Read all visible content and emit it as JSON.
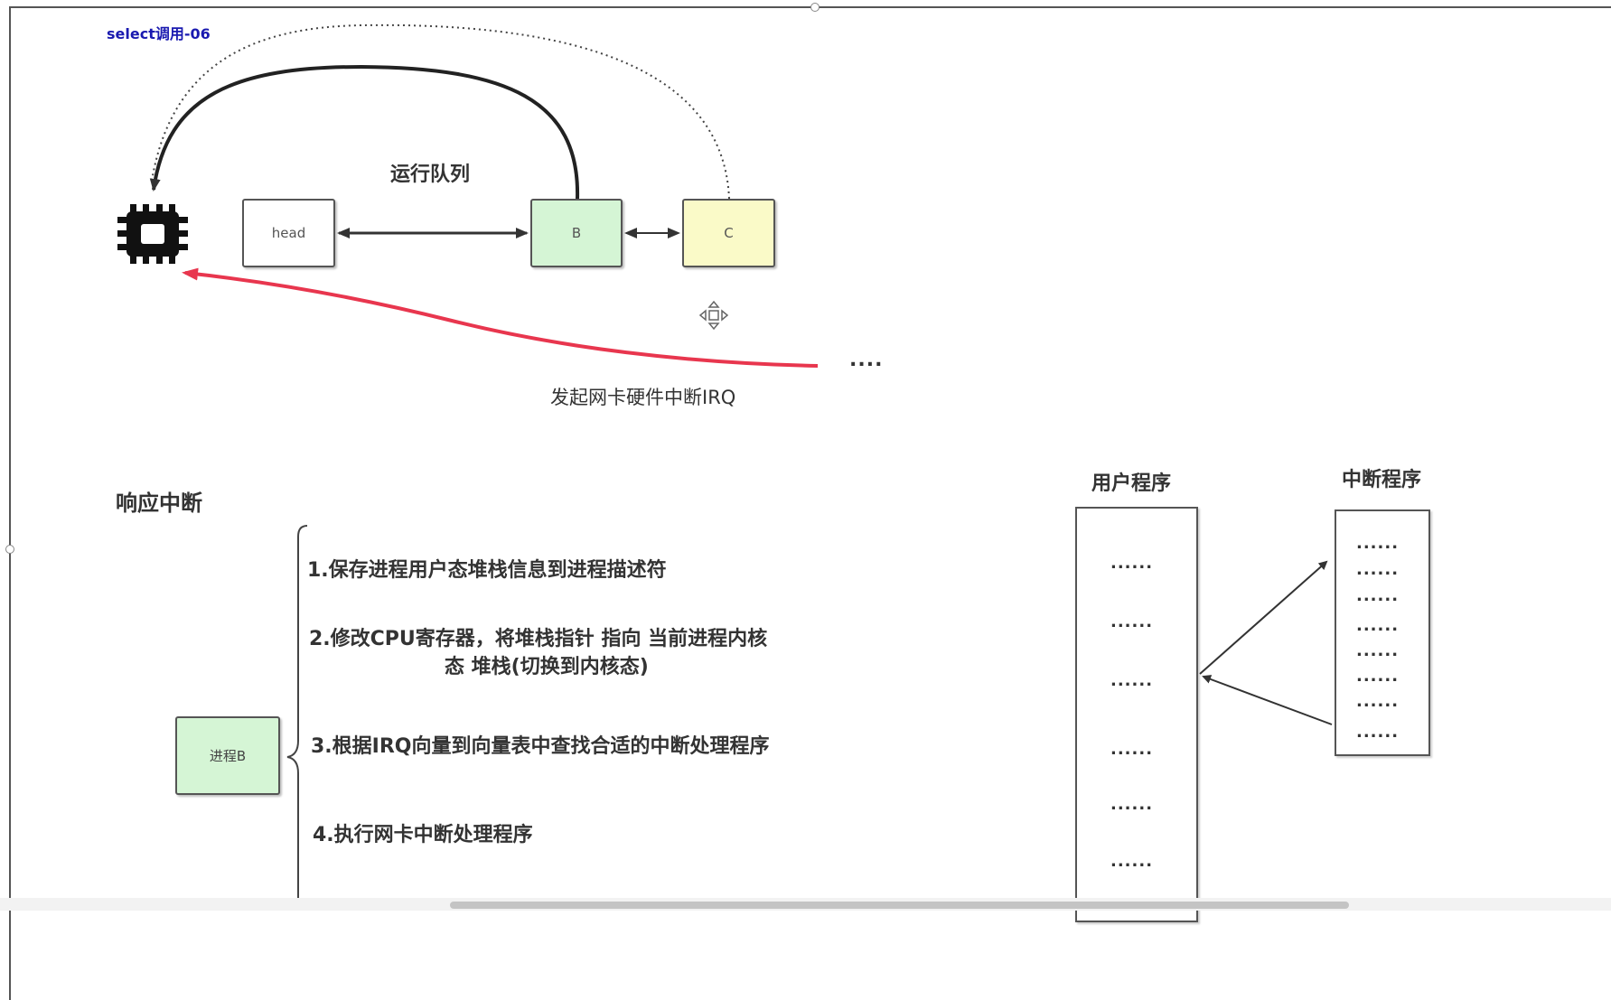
{
  "diagram": {
    "title": "select调用-06",
    "run_queue_label": "运行队列",
    "nodes": {
      "head": "head",
      "b": "B",
      "c": "C",
      "process": "进程B"
    },
    "irq_label": "发起网卡硬件中断IRQ",
    "ellipsis": "....",
    "cpu_icon": "cpu-chip-icon",
    "move_icon": "move-cursor-icon",
    "colors": {
      "irq_arrow": "#e8364e",
      "title_text": "#1a1ab0",
      "green_node": "#d5f5d5",
      "yellow_node": "#fafac8"
    }
  },
  "response": {
    "title": "响应中断",
    "steps": [
      "1.保存进程用户态堆栈信息到进程描述符",
      "2.修改CPU寄存器，将堆栈指针 指向 当前进程内核",
      "态 堆栈(切换到内核态)",
      "3.根据IRQ向量到向量表中查找合适的中断处理程序",
      "4.执行网卡中断处理程序"
    ]
  },
  "programs": {
    "user_title": "用户程序",
    "interrupt_title": "中断程序",
    "user_rows": [
      "......",
      "......",
      "......",
      "......",
      "......",
      "......"
    ],
    "interrupt_rows": [
      "......",
      "......",
      "......",
      "......",
      "......",
      "......",
      "......",
      "......"
    ]
  }
}
